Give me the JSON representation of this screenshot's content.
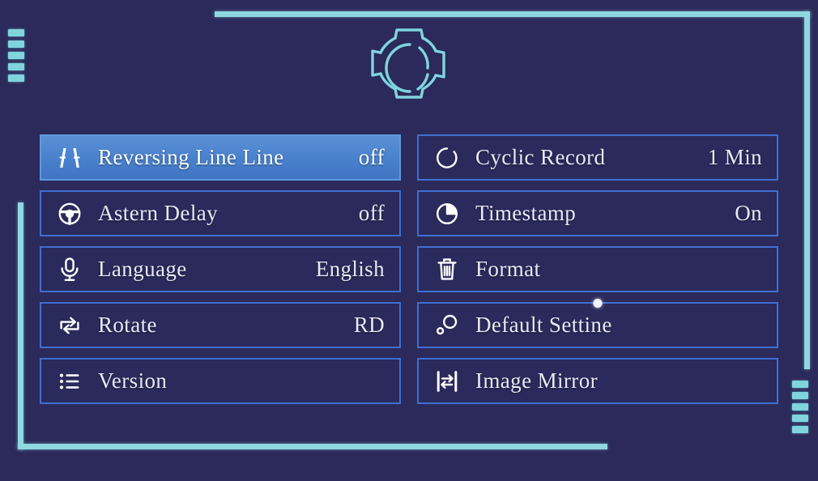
{
  "screen": {
    "background_color": "#2b2a5a",
    "accent_color": "#8fd8e0",
    "box_border_color": "#3f6fd0",
    "selected_background_color": "#4a82cd",
    "text_color": "#e8e9f5"
  },
  "header": {
    "logo_icon": "gear-outline-icon"
  },
  "decor": {
    "tick_count_left": 5,
    "tick_count_right": 5
  },
  "menu": {
    "left_column": [
      {
        "icon": "reversing-line-icon",
        "label": "Reversing  Line  Line",
        "value": "off",
        "selected": true,
        "marker": false
      },
      {
        "icon": "steering-wheel-icon",
        "label": "Astern Delay",
        "value": "off",
        "selected": false,
        "marker": false
      },
      {
        "icon": "microphone-icon",
        "label": "Language",
        "value": "English",
        "selected": false,
        "marker": false
      },
      {
        "icon": "rotate-icon",
        "label": "Rotate",
        "value": "RD",
        "selected": false,
        "marker": false
      },
      {
        "icon": "list-icon",
        "label": "Version",
        "value": "",
        "selected": false,
        "marker": false
      }
    ],
    "right_column": [
      {
        "icon": "circle-loop-icon",
        "label": "Cyclic Record",
        "value": "1   Min",
        "selected": false,
        "marker": false
      },
      {
        "icon": "pie-clock-icon",
        "label": "Timestamp",
        "value": "On",
        "selected": false,
        "marker": false
      },
      {
        "icon": "trash-icon",
        "label": "Format",
        "value": "",
        "selected": false,
        "marker": false
      },
      {
        "icon": "default-settings-icon",
        "label": "Default  Settine",
        "value": "",
        "selected": false,
        "marker": true
      },
      {
        "icon": "image-mirror-icon",
        "label": "Image  Mirror",
        "value": "",
        "selected": false,
        "marker": false
      }
    ]
  }
}
